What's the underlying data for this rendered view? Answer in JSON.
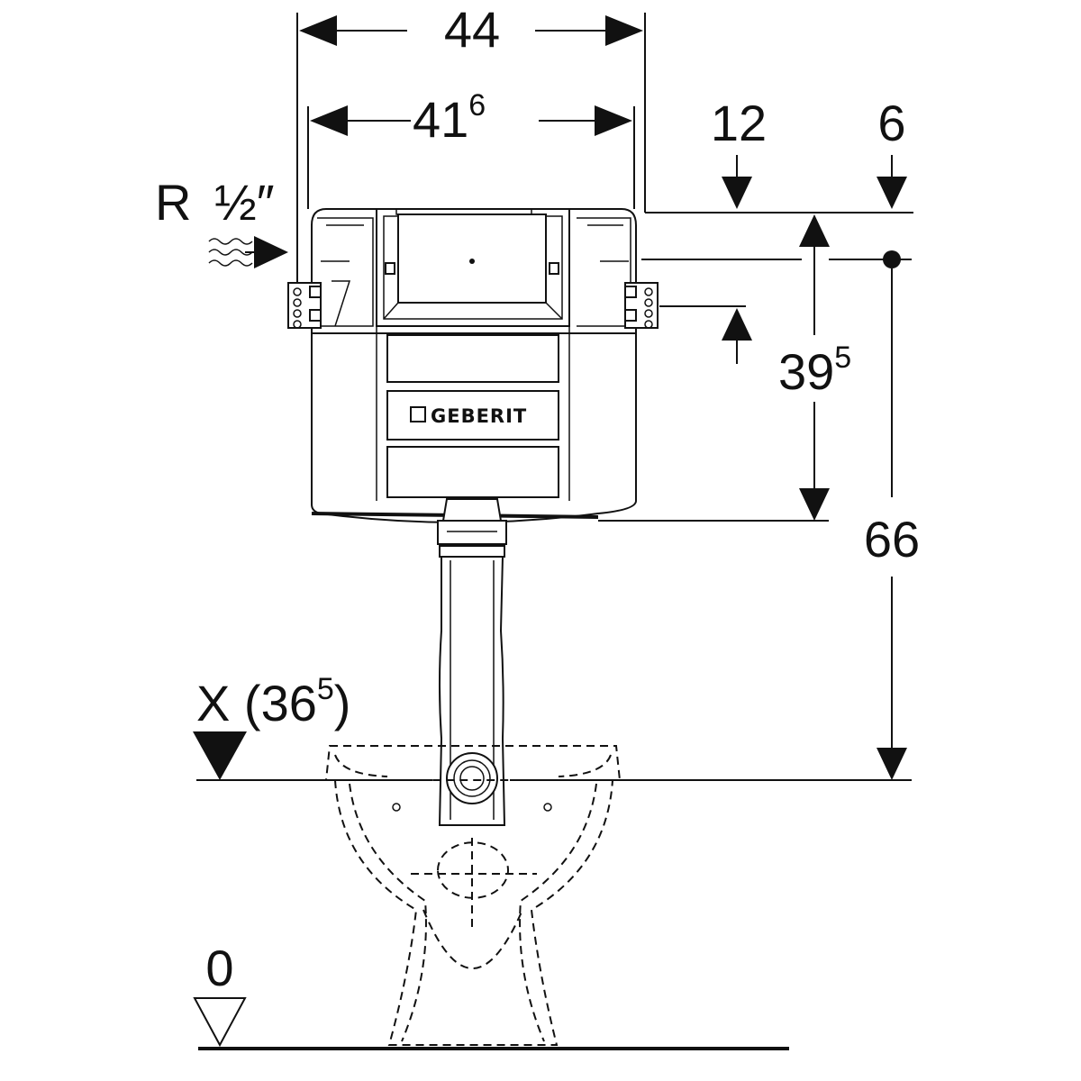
{
  "dimensions": {
    "width_outer": "44",
    "width_inner_base": "41",
    "width_inner_sup": "6",
    "depth_front": "12",
    "depth_back": "6",
    "height_cistern_base": "39",
    "height_cistern_sup": "5",
    "height_total": "66",
    "inlet_thread_letter": "R",
    "inlet_thread_size": "½″",
    "outlet_height_prefix": "X (",
    "outlet_height_base": "36",
    "outlet_height_sup": "5",
    "outlet_height_suffix": ")",
    "floor_level": "0"
  },
  "brand": {
    "logo_text": "GEBERIT"
  },
  "colors": {
    "ink": "#111111",
    "background": "#ffffff"
  },
  "icons": {
    "water_supply": "water-wave-arrow-icon",
    "level_marker": "triangle-level-marker-icon",
    "floor_marker": "hollow-triangle-floor-marker-icon"
  }
}
